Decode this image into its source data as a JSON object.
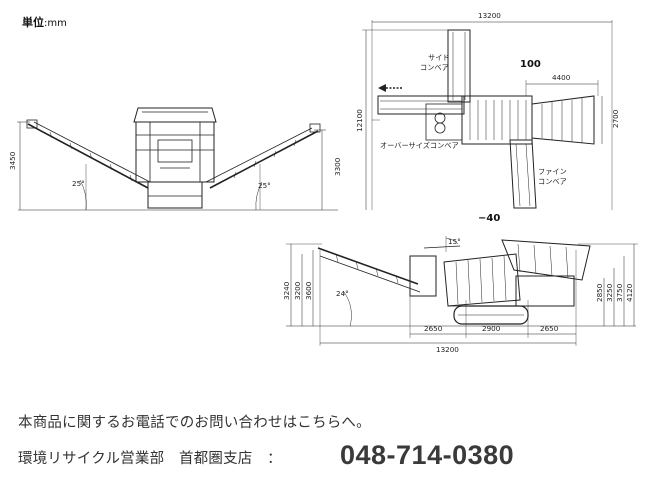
{
  "header": {
    "units_prefix": "単位",
    "units_value": ":mm"
  },
  "front_view": {
    "left_height": "3450",
    "right_height": "3300",
    "left_angle": "25°",
    "right_angle": "25°"
  },
  "top_view": {
    "overall_width": "13200",
    "overall_length": "12100",
    "discharge_width": "4400",
    "hopper_width": "2700",
    "side_conveyor": [
      "サイド",
      "コンベア"
    ],
    "oversize_conveyor": "オーバーサイズコンベア",
    "fine_conveyor": [
      "ファイン",
      "コンベア"
    ],
    "mark_top": "100",
    "mark_bottom": "−40"
  },
  "side_view": {
    "angle_top": "15°",
    "angle_left": "24°",
    "left_heights": [
      "3240",
      "3200",
      "3600"
    ],
    "right_heights": [
      "2850",
      "3250",
      "3750",
      "4120"
    ],
    "seg_1": "2650",
    "seg_2": "2900",
    "seg_3": "2650",
    "overall": "13200"
  },
  "contact": {
    "line1": "本商品に関するお電話でのお問い合わせはこちらへ。",
    "line2": "環境リサイクル営業部　首都圏支店　：",
    "phone": "048-714-0380"
  }
}
